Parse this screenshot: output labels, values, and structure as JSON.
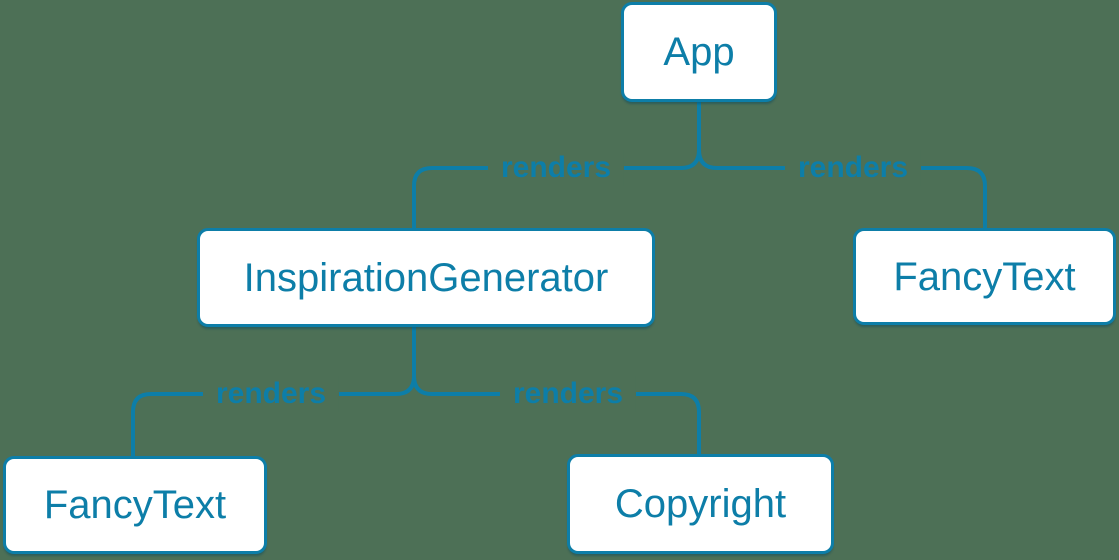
{
  "diagram": {
    "type": "component-render-tree",
    "background_color": "#4d7056",
    "accent_color": "#0d7ea8",
    "node_fill_color": "#ffffff"
  },
  "nodes": [
    {
      "id": "app",
      "label": "App"
    },
    {
      "id": "inspiration-generator",
      "label": "InspirationGenerator"
    },
    {
      "id": "fancy-text-right",
      "label": "FancyText"
    },
    {
      "id": "fancy-text-left",
      "label": "FancyText"
    },
    {
      "id": "copyright",
      "label": "Copyright"
    }
  ],
  "edges": [
    {
      "from": "App",
      "to": "InspirationGenerator",
      "label": "renders"
    },
    {
      "from": "App",
      "to": "FancyText",
      "label": "renders"
    },
    {
      "from": "InspirationGenerator",
      "to": "FancyText",
      "label": "renders"
    },
    {
      "from": "InspirationGenerator",
      "to": "Copyright",
      "label": "renders"
    }
  ]
}
